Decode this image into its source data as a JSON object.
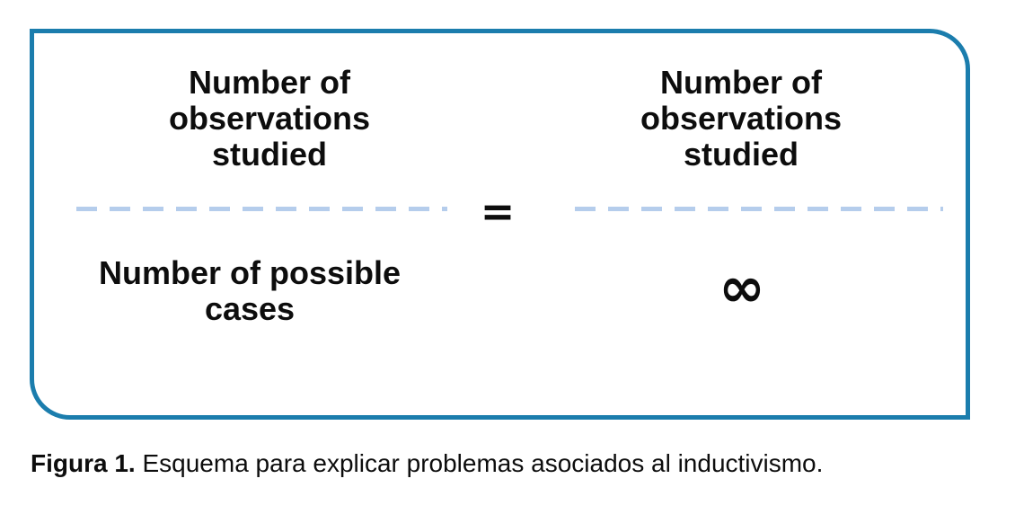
{
  "figure": {
    "equation": {
      "left_fraction": {
        "numerator": "Number of observations studied",
        "numerator_lines": [
          "Number of",
          "observations",
          "studied"
        ],
        "denominator": "Number of possible cases",
        "denominator_lines": [
          "Number of possible",
          "cases"
        ]
      },
      "equals_sign": "=",
      "right_fraction": {
        "numerator": "Number of observations studied",
        "numerator_lines": [
          "Number of",
          "observations",
          "studied"
        ],
        "denominator": "∞"
      }
    },
    "colors": {
      "border": "#1b7dad",
      "dash": "#b5cdec",
      "text": "#0d0d0d"
    }
  },
  "caption": {
    "label": "Figura 1.",
    "text": "Esquema para explicar problemas asociados al inductivismo."
  }
}
